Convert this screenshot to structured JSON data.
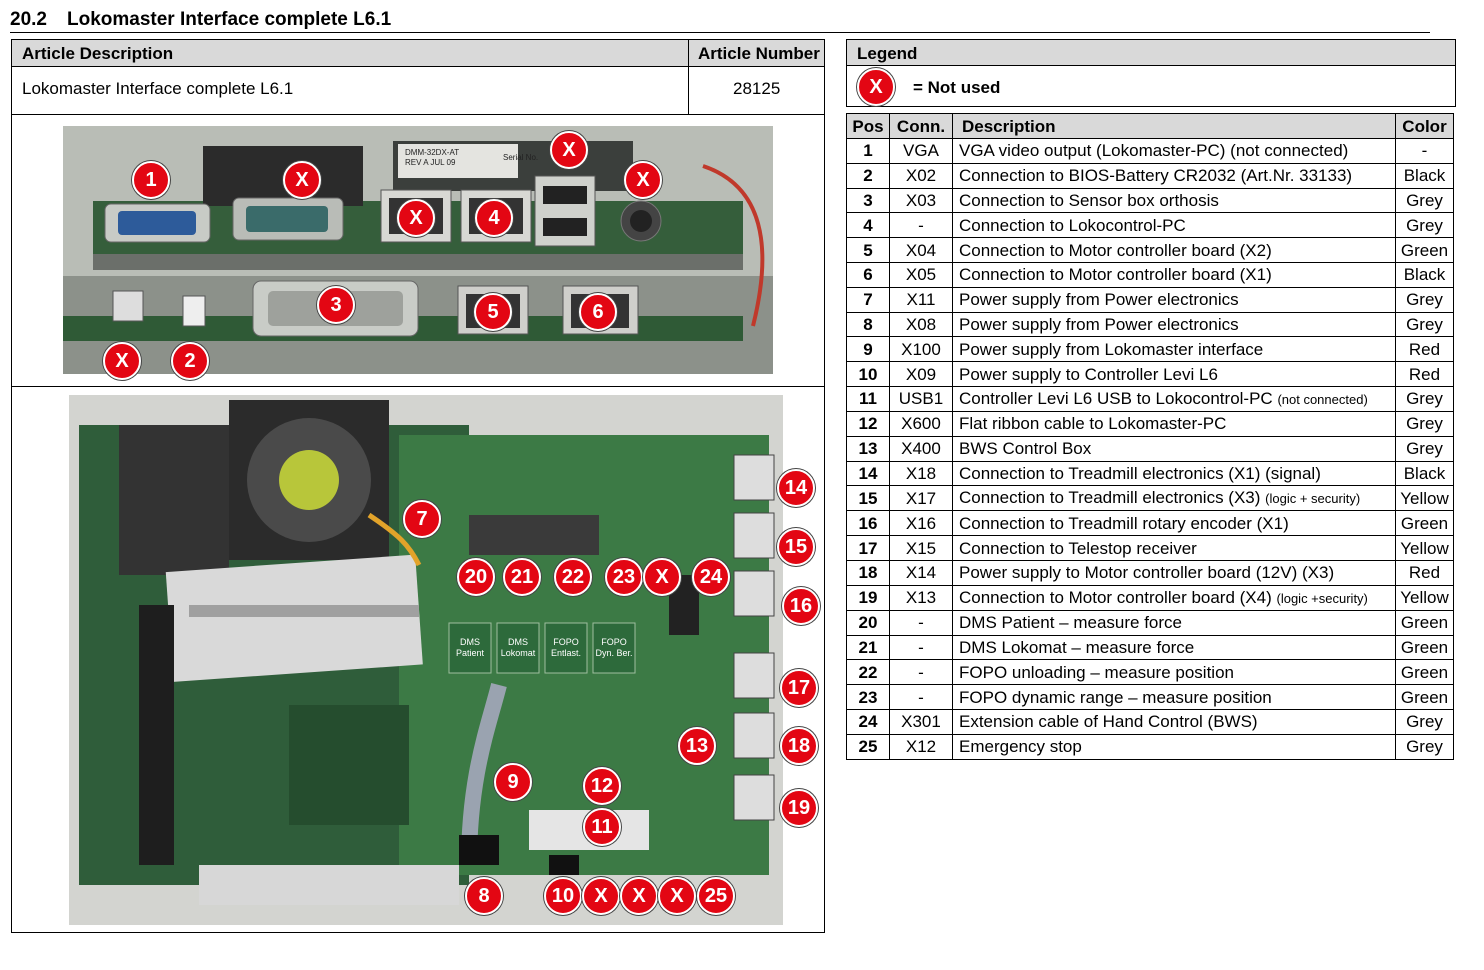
{
  "section": {
    "number": "20.2",
    "title": "Lokomaster Interface complete L6.1"
  },
  "article_table": {
    "col_description": "Article Description",
    "col_number": "Article Number",
    "description": "Lokomaster Interface complete L6.1",
    "number": "28125"
  },
  "legend": {
    "title": "Legend",
    "symbol": "X",
    "text": "= Not used"
  },
  "connector_table": {
    "headers": {
      "pos": "Pos",
      "conn": "Conn.",
      "desc": "Description",
      "color": "Color"
    },
    "rows": [
      {
        "pos": "1",
        "conn": "VGA",
        "desc": "VGA video output (Lokomaster-PC) (not connected)",
        "color": "-"
      },
      {
        "pos": "2",
        "conn": "X02",
        "desc": "Connection to BIOS-Battery CR2032 (Art.Nr. 33133)",
        "color": "Black"
      },
      {
        "pos": "3",
        "conn": "X03",
        "desc": "Connection to Sensor box orthosis",
        "color": "Grey"
      },
      {
        "pos": "4",
        "conn": "-",
        "desc": "Connection to Lokocontrol-PC",
        "color": "Grey"
      },
      {
        "pos": "5",
        "conn": "X04",
        "desc": "Connection to Motor controller board (X2)",
        "color": "Green"
      },
      {
        "pos": "6",
        "conn": "X05",
        "desc": "Connection to Motor controller board (X1)",
        "color": "Black"
      },
      {
        "pos": "7",
        "conn": "X11",
        "desc": "Power supply from Power electronics",
        "color": "Grey"
      },
      {
        "pos": "8",
        "conn": "X08",
        "desc": "Power supply from Power electronics",
        "color": "Grey"
      },
      {
        "pos": "9",
        "conn": "X100",
        "desc": "Power supply from Lokomaster interface",
        "color": "Red"
      },
      {
        "pos": "10",
        "conn": "X09",
        "desc": "Power supply to Controller Levi L6",
        "color": "Red"
      },
      {
        "pos": "11",
        "conn": "USB1",
        "desc": "Controller Levi L6 USB to Lokocontrol-PC",
        "note": "(not connected)",
        "color": "Grey"
      },
      {
        "pos": "12",
        "conn": "X600",
        "desc": "Flat ribbon cable to Lokomaster-PC",
        "color": "Grey"
      },
      {
        "pos": "13",
        "conn": "X400",
        "desc": "BWS Control Box",
        "color": "Grey"
      },
      {
        "pos": "14",
        "conn": "X18",
        "desc": "Connection to Treadmill electronics (X1) (signal)",
        "color": "Black"
      },
      {
        "pos": "15",
        "conn": "X17",
        "desc": "Connection to Treadmill electronics (X3)",
        "note": "(logic + security)",
        "color": "Yellow"
      },
      {
        "pos": "16",
        "conn": "X16",
        "desc": "Connection to Treadmill rotary encoder (X1)",
        "color": "Green"
      },
      {
        "pos": "17",
        "conn": "X15",
        "desc": "Connection to Telestop receiver",
        "color": "Yellow"
      },
      {
        "pos": "18",
        "conn": "X14",
        "desc": "Power supply to Motor controller board (12V) (X3)",
        "color": "Red"
      },
      {
        "pos": "19",
        "conn": "X13",
        "desc": "Connection to Motor controller board (X4)",
        "note": "(logic +security)",
        "color": "Yellow"
      },
      {
        "pos": "20",
        "conn": "-",
        "desc": "DMS Patient – measure force",
        "color": "Green"
      },
      {
        "pos": "21",
        "conn": "-",
        "desc": "DMS Lokomat – measure force",
        "color": "Green"
      },
      {
        "pos": "22",
        "conn": "-",
        "desc": "FOPO unloading – measure position",
        "color": "Green"
      },
      {
        "pos": "23",
        "conn": "-",
        "desc": "FOPO dynamic range – measure position",
        "color": "Green"
      },
      {
        "pos": "24",
        "conn": "X301",
        "desc": "Extension cable of Hand Control (BWS)",
        "color": "Grey"
      },
      {
        "pos": "25",
        "conn": "X12",
        "desc": "Emergency stop",
        "color": "Grey"
      }
    ]
  },
  "photo_top": {
    "callouts": [
      "1",
      "X",
      "X",
      "4",
      "X",
      "X",
      "3",
      "5",
      "6",
      "X",
      "2"
    ],
    "sticker_text": [
      "DMM-32DX-AT",
      "REV A JUL 09",
      "Serial No."
    ]
  },
  "photo_bottom": {
    "callouts": [
      "7",
      "14",
      "15",
      "16",
      "17",
      "18",
      "19",
      "20",
      "21",
      "22",
      "23",
      "X",
      "24",
      "13",
      "12",
      "11",
      "9",
      "8",
      "10",
      "X",
      "X",
      "X",
      "25"
    ],
    "module_labels": [
      [
        "DMS",
        "Patient"
      ],
      [
        "DMS",
        "Lokomat"
      ],
      [
        "FOPO",
        "Entlast."
      ],
      [
        "FOPO",
        "Dyn. Ber."
      ]
    ]
  },
  "colors": {
    "badge": "#e30613",
    "header_bg": "#d9d9d9",
    "pcb_green": "#2f6b3a"
  }
}
